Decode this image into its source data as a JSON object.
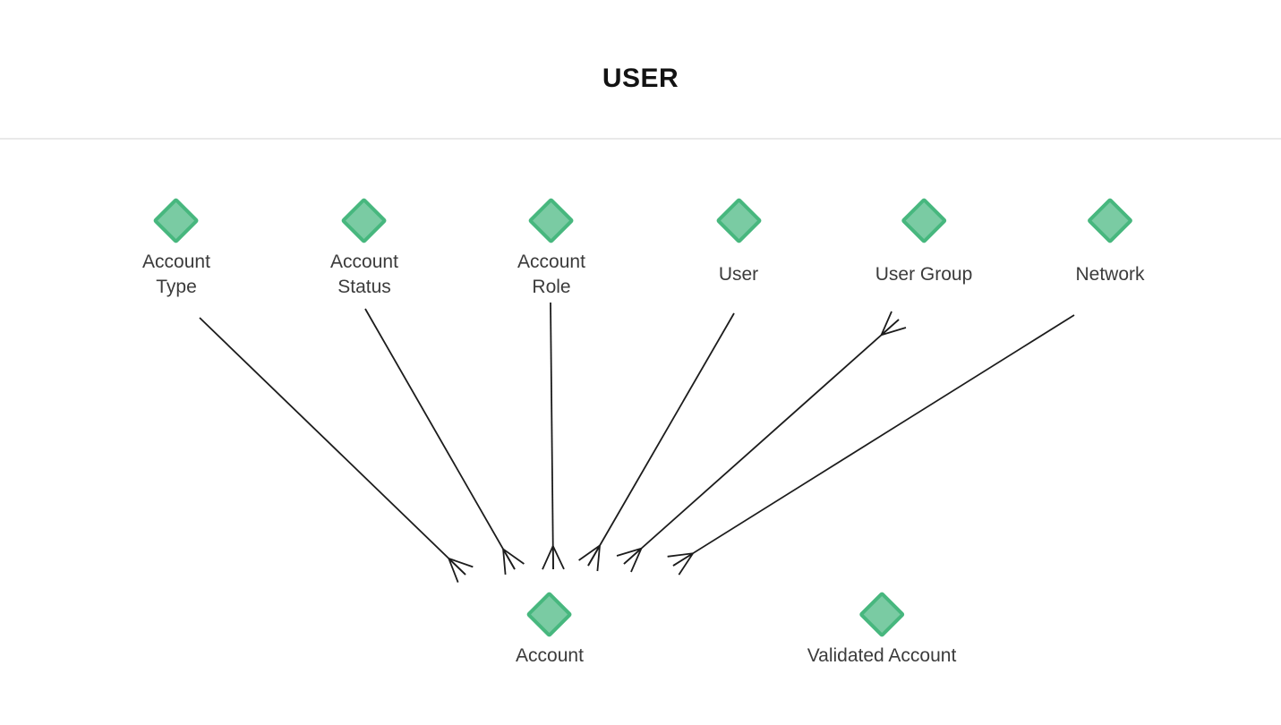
{
  "title": "USER",
  "diagram": {
    "nodes": [
      {
        "id": "account-type",
        "label": "Account\nType"
      },
      {
        "id": "account-status",
        "label": "Account\nStatus"
      },
      {
        "id": "account-role",
        "label": "Account\nRole"
      },
      {
        "id": "user",
        "label": "User"
      },
      {
        "id": "user-group",
        "label": "User Group"
      },
      {
        "id": "network",
        "label": "Network"
      },
      {
        "id": "account",
        "label": "Account"
      },
      {
        "id": "validated-account",
        "label": "Validated Account"
      }
    ],
    "edges": [
      {
        "a": "Account Type",
        "b": "Account",
        "crow_foot_at": "Account"
      },
      {
        "a": "Account Status",
        "b": "Account",
        "crow_foot_at": "Account"
      },
      {
        "a": "Account Role",
        "b": "Account",
        "crow_foot_at": "Account"
      },
      {
        "a": "User",
        "b": "Account",
        "crow_foot_at": "Account"
      },
      {
        "a": "Account",
        "b": "User Group",
        "crow_foot_at": "both"
      },
      {
        "a": "Network",
        "b": "Account",
        "crow_foot_at": "Account"
      }
    ],
    "colors": {
      "node_fill": "#7acba3",
      "node_stroke": "#47b77e",
      "edge": "#1c1c1c",
      "label_text": "#3b3b3b",
      "title_text": "#131313",
      "divider": "#e9e9e9",
      "background": "#ffffff"
    }
  }
}
